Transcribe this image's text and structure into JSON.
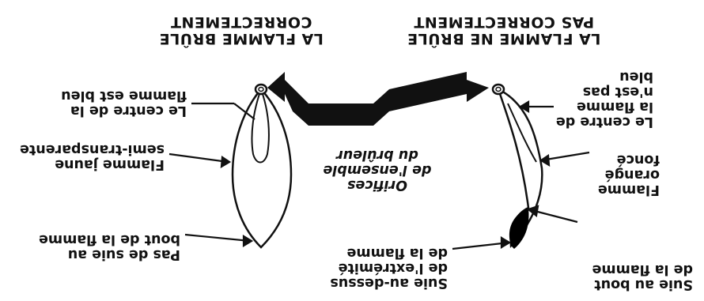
{
  "titles": {
    "left_title": "LA FLAMME NE BRÛLE\nPAS CORRECTEMENT",
    "right_title": "LA FLAMME BRÛLE\nCORRECTEMENT"
  },
  "center_label": "Orifices\nde l'ensemble\ndu brûleur",
  "left_flame": {
    "soot_tip": "Suie au bout\nde la flamme",
    "soot_top": "Suie au-dessus\nde l'extrémité\nde la flamme",
    "orange": "Flamme\norangé\nfoncé",
    "center_not_blue": "Le centre de\nla flamme\nn'est pas\nbleu"
  },
  "right_flame": {
    "no_soot": "Pas de suie au\nbout de la flamme",
    "yellow": "Flamme jaune\nsemi-transparente",
    "center_blue": "Le centre de la\nflamme est bleu"
  },
  "colors": {
    "ink": "#111111",
    "soot": "#000000",
    "background": "#ffffff"
  }
}
